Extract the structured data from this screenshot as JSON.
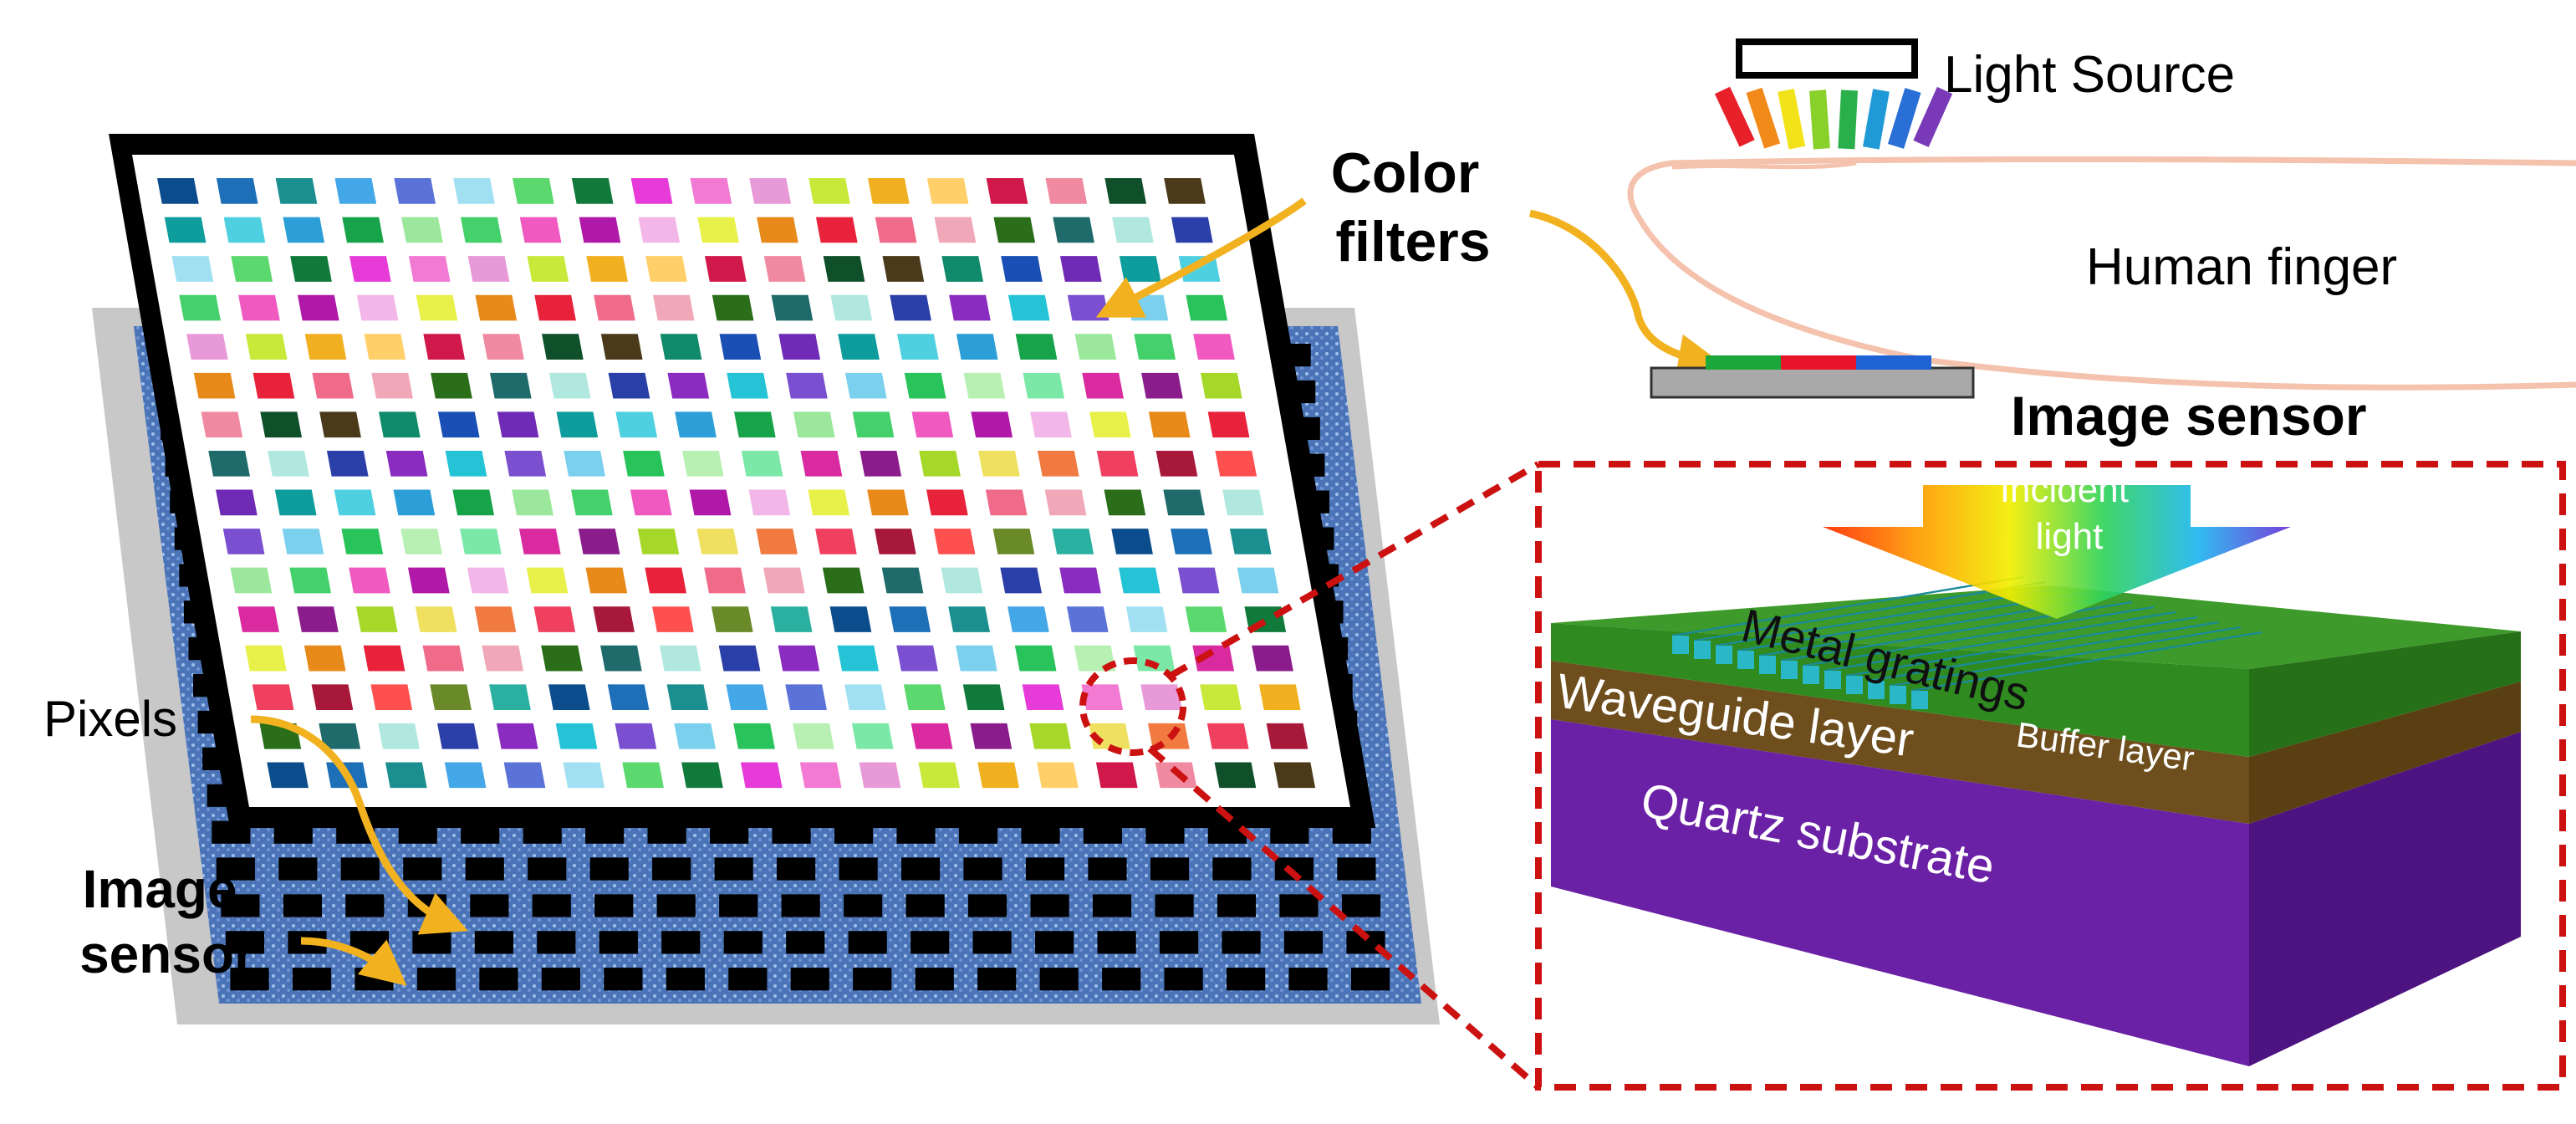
{
  "labels": {
    "color_filters": "Color\nfilters",
    "pixels": "Pixels",
    "image_sensor_left": "Image\nsensor",
    "light_source": "Light Source",
    "human_finger": "Human finger",
    "image_sensor_top": "Image sensor",
    "incident_light": "Incident\nlight",
    "metal_gratings": "Metal gratings",
    "buffer_layer": "Buffer layer",
    "waveguide_layer": "Waveguide layer",
    "quartz_substrate": "Quartz substrate"
  },
  "colors": {
    "frame": "#000000",
    "arrow": "#f2b21f",
    "dash_red": "#cc1111",
    "finger": "#f4c2ad",
    "sensor_blue": "#3a5fa0",
    "substrate": "#6a21a6",
    "waveguide": "#6d4e1c",
    "buffer": "#3e9a2a",
    "grating": "#3fd6e6"
  },
  "filter_palette": [
    "#0b4c8c",
    "#1a4fb5",
    "#2b3fa8",
    "#1d6fb8",
    "#6f2bb5",
    "#8a2cc0",
    "#1b8f8f",
    "#0e9c9c",
    "#25c3d6",
    "#43a7e8",
    "#4fd0e0",
    "#7a4fd0",
    "#5b72d8",
    "#2c9fd8",
    "#7bd0ee",
    "#a1e0f2",
    "#17a34a",
    "#29c35b",
    "#5bd86e",
    "#9be89c",
    "#b8f0b4",
    "#0f7a3a",
    "#44d06a",
    "#7ce8a8",
    "#e63bd8",
    "#f05ac0",
    "#d92aa0",
    "#f27ad2",
    "#b018a8",
    "#8a1c8c",
    "#e89ad8",
    "#f3b6e8",
    "#a6d82a",
    "#c8e83a",
    "#e8f04a",
    "#f0e060",
    "#f0b020",
    "#e88a1a",
    "#f07a40",
    "#ffd06a",
    "#e8223a",
    "#f04060",
    "#d0184a",
    "#f06a8a",
    "#a8183a",
    "#f08aa0",
    "#f0a8b8",
    "#ff5050",
    "#0f4f2a",
    "#2a6e1a",
    "#6a8a2a",
    "#4a3a1a",
    "#1f6a6a",
    "#2ab0a0",
    "#0f8a6a",
    "#b0e8e0"
  ]
}
